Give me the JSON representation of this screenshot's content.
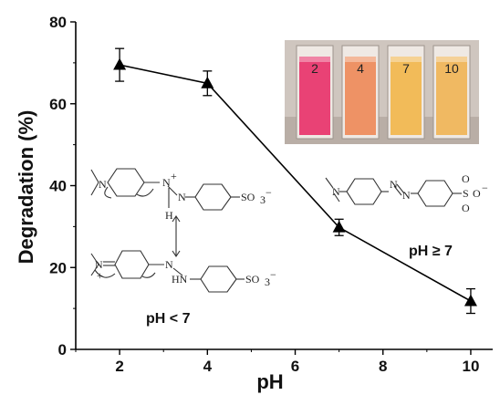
{
  "chart_data": {
    "type": "line",
    "xlabel": "pH",
    "ylabel": "Degradation (%)",
    "xlim": [
      1,
      10.5
    ],
    "ylim": [
      0,
      80
    ],
    "xticks": [
      2,
      4,
      6,
      8,
      10
    ],
    "yticks": [
      0,
      20,
      40,
      60,
      80
    ],
    "grid": false,
    "series": [
      {
        "marker": "triangle",
        "color": "#000000",
        "points": [
          {
            "x": 2,
            "y": 69.5,
            "err": 4.0
          },
          {
            "x": 4,
            "y": 65.0,
            "err": 3.0
          },
          {
            "x": 7,
            "y": 29.8,
            "err": 2.0
          },
          {
            "x": 10,
            "y": 11.8,
            "err": 3.0
          }
        ]
      }
    ]
  },
  "annotations": {
    "acid_label": "pH < 7",
    "base_label": "pH ≥ 7"
  },
  "inset_photo": {
    "vials": [
      {
        "label": "2",
        "color": "#e8336b"
      },
      {
        "label": "4",
        "color": "#ee8a5a"
      },
      {
        "label": "7",
        "color": "#f2b64d"
      },
      {
        "label": "10",
        "color": "#f0b457"
      }
    ]
  },
  "structures": {
    "nplus": "N",
    "plus": "+",
    "n": "N",
    "h": "H",
    "hn": "HN",
    "so3": "SO",
    "three": "3",
    "minus": "−",
    "o": "O",
    "s": "S"
  }
}
